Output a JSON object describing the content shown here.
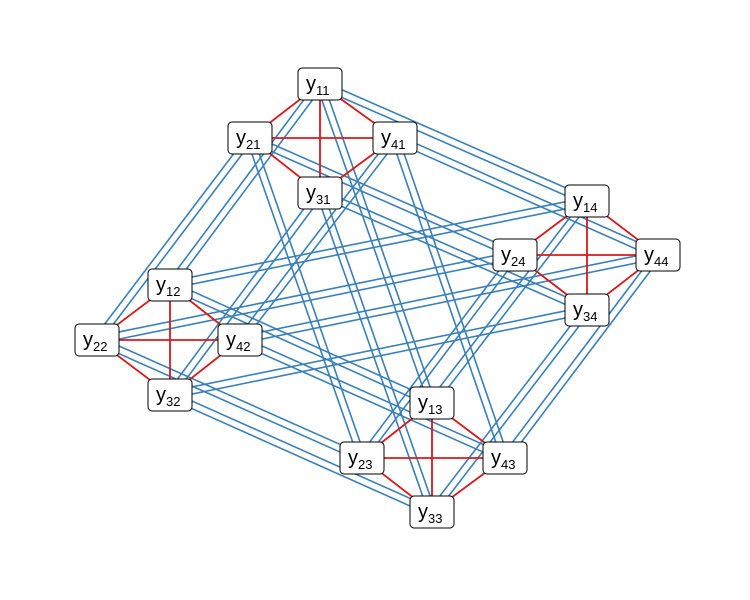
{
  "colors": {
    "background": "#ffffff",
    "within_group_edge": "#d7191c",
    "between_group_edge": "#3a80b8",
    "node_fill": "#ffffff",
    "node_border": "#000000"
  },
  "nodes": [
    {
      "id": "y11",
      "base": "y",
      "sub": "11"
    },
    {
      "id": "y21",
      "base": "y",
      "sub": "21"
    },
    {
      "id": "y31",
      "base": "y",
      "sub": "31"
    },
    {
      "id": "y41",
      "base": "y",
      "sub": "41"
    },
    {
      "id": "y12",
      "base": "y",
      "sub": "12"
    },
    {
      "id": "y22",
      "base": "y",
      "sub": "22"
    },
    {
      "id": "y32",
      "base": "y",
      "sub": "32"
    },
    {
      "id": "y42",
      "base": "y",
      "sub": "42"
    },
    {
      "id": "y13",
      "base": "y",
      "sub": "13"
    },
    {
      "id": "y23",
      "base": "y",
      "sub": "23"
    },
    {
      "id": "y33",
      "base": "y",
      "sub": "33"
    },
    {
      "id": "y43",
      "base": "y",
      "sub": "43"
    },
    {
      "id": "y14",
      "base": "y",
      "sub": "14"
    },
    {
      "id": "y24",
      "base": "y",
      "sub": "24"
    },
    {
      "id": "y34",
      "base": "y",
      "sub": "34"
    },
    {
      "id": "y44",
      "base": "y",
      "sub": "44"
    }
  ],
  "edges": {
    "within_groups": [
      [
        "y11",
        "y21"
      ],
      [
        "y11",
        "y41"
      ],
      [
        "y11",
        "y31"
      ],
      [
        "y21",
        "y31"
      ],
      [
        "y21",
        "y41"
      ],
      [
        "y31",
        "y41"
      ],
      [
        "y12",
        "y22"
      ],
      [
        "y12",
        "y42"
      ],
      [
        "y12",
        "y32"
      ],
      [
        "y22",
        "y32"
      ],
      [
        "y22",
        "y42"
      ],
      [
        "y32",
        "y42"
      ],
      [
        "y13",
        "y23"
      ],
      [
        "y13",
        "y43"
      ],
      [
        "y13",
        "y33"
      ],
      [
        "y23",
        "y33"
      ],
      [
        "y23",
        "y43"
      ],
      [
        "y33",
        "y43"
      ],
      [
        "y14",
        "y24"
      ],
      [
        "y14",
        "y44"
      ],
      [
        "y14",
        "y34"
      ],
      [
        "y24",
        "y34"
      ],
      [
        "y24",
        "y44"
      ],
      [
        "y34",
        "y44"
      ]
    ],
    "between_groups": [
      [
        "y11",
        "y14"
      ],
      [
        "y41",
        "y44"
      ],
      [
        "y21",
        "y24"
      ],
      [
        "y31",
        "y34"
      ],
      [
        "y11",
        "y13"
      ],
      [
        "y21",
        "y23"
      ],
      [
        "y31",
        "y33"
      ],
      [
        "y41",
        "y43"
      ],
      [
        "y21",
        "y22"
      ],
      [
        "y11",
        "y12"
      ],
      [
        "y41",
        "y42"
      ],
      [
        "y31",
        "y32"
      ],
      [
        "y12",
        "y14"
      ],
      [
        "y22",
        "y24"
      ],
      [
        "y32",
        "y34"
      ],
      [
        "y42",
        "y44"
      ],
      [
        "y12",
        "y13"
      ],
      [
        "y22",
        "y23"
      ],
      [
        "y32",
        "y33"
      ],
      [
        "y42",
        "y43"
      ],
      [
        "y14",
        "y13"
      ],
      [
        "y24",
        "y23"
      ],
      [
        "y34",
        "y33"
      ],
      [
        "y44",
        "y43"
      ]
    ]
  }
}
